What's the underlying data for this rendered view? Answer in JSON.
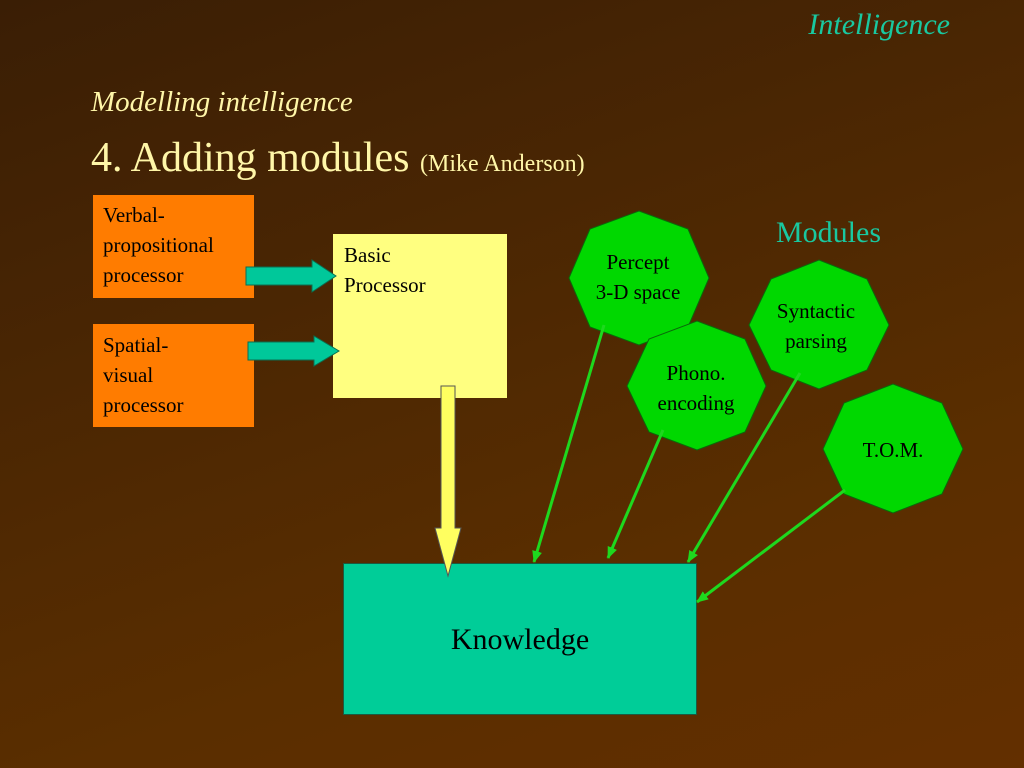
{
  "header": {
    "corner_title": "Intelligence",
    "subtitle": "Modelling intelligence",
    "heading": "4. Adding modules",
    "author": "(Mike Anderson)"
  },
  "processors": {
    "verbal": [
      "Verbal-",
      "propositional",
      "processor"
    ],
    "spatial": [
      "Spatial-",
      "visual",
      "processor"
    ],
    "basic": [
      "Basic",
      "Processor"
    ]
  },
  "knowledge": {
    "label": "Knowledge"
  },
  "modules": {
    "label": "Modules",
    "percept": [
      "Percept",
      "3-D space"
    ],
    "syntactic": [
      "Syntactic",
      "parsing"
    ],
    "phono": [
      "Phono.",
      "encoding"
    ],
    "tom": [
      "T.O.M."
    ]
  },
  "colors": {
    "processor_fill": "#ff7c00",
    "basic_fill": "#ffff80",
    "knowledge_fill": "#00cd98",
    "module_fill": "#00d800",
    "arrow_green": "#1ed81e",
    "title_teal": "#19c8a0",
    "heading_yellow": "#fff6a8"
  }
}
